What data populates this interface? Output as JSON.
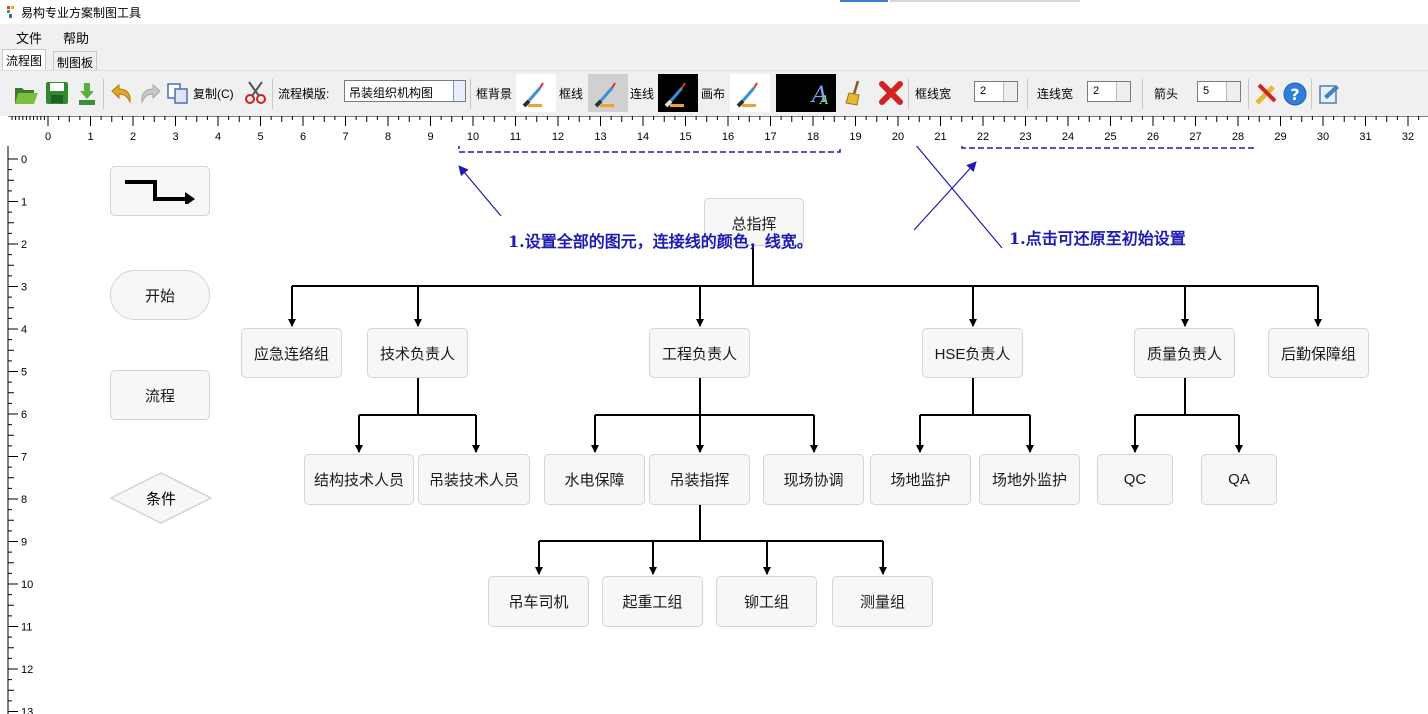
{
  "window": {
    "title": "易构专业方案制图工具"
  },
  "menu": [
    {
      "label": "文件"
    },
    {
      "label": "帮助"
    }
  ],
  "tabs": [
    {
      "label": "流程图"
    },
    {
      "label": "制图板"
    }
  ],
  "toolbar": {
    "copy_label": "复制(C)",
    "template_label": "流程模版:",
    "template_value": "吊装组织机构图",
    "frame_bg_label": "框背景",
    "frame_line_label": "框线",
    "connector_label": "连线",
    "canvas_label": "画布",
    "frame_line_width_label": "框线宽",
    "frame_line_width_value": "2",
    "connector_width_label": "连线宽",
    "connector_width_value": "2",
    "arrow_label": "箭头",
    "arrow_value": "5",
    "swatch_colors": {
      "frame_bg": "#ffffff",
      "frame_line": "#d0d0d0",
      "connector": "#000000",
      "canvas": "#ffffff",
      "text_preview": "#000000"
    }
  },
  "ruler": {
    "h_labels": [
      "0",
      "1",
      "2",
      "3",
      "4",
      "5",
      "6",
      "7",
      "8",
      "9",
      "10",
      "11",
      "12",
      "13",
      "14",
      "15",
      "16",
      "17",
      "18",
      "19",
      "20",
      "21",
      "22",
      "23",
      "24",
      "25",
      "26",
      "27",
      "28",
      "29",
      "30",
      "31",
      "32"
    ],
    "v_labels": [
      "0",
      "1",
      "2",
      "3",
      "4",
      "5",
      "6",
      "7",
      "8",
      "9",
      "10",
      "11",
      "12",
      "13"
    ]
  },
  "palette": [
    {
      "label": ""
    },
    {
      "label": "开始"
    },
    {
      "label": "流程"
    },
    {
      "label": "条件"
    }
  ],
  "nodes": {
    "root": "总指挥",
    "l1": [
      "应急连络组",
      "技术负责人",
      "工程负责人",
      "HSE负责人",
      "质量负责人",
      "后勤保障组"
    ],
    "l2_tech": [
      "结构技术人员",
      "吊装技术人员"
    ],
    "l2_eng": [
      "水电保障",
      "吊装指挥",
      "现场协调"
    ],
    "l2_hse": [
      "场地监护",
      "场地外监护"
    ],
    "l2_quality": [
      "QC",
      "QA"
    ],
    "l3": [
      "吊车司机",
      "起重工组",
      "铆工组",
      "测量组"
    ]
  },
  "annotations": {
    "left": "1.设置全部的图元，连接线的颜色，线宽。",
    "right": "1.点击可还原至初始设置",
    "color": "#1c1cb4"
  }
}
